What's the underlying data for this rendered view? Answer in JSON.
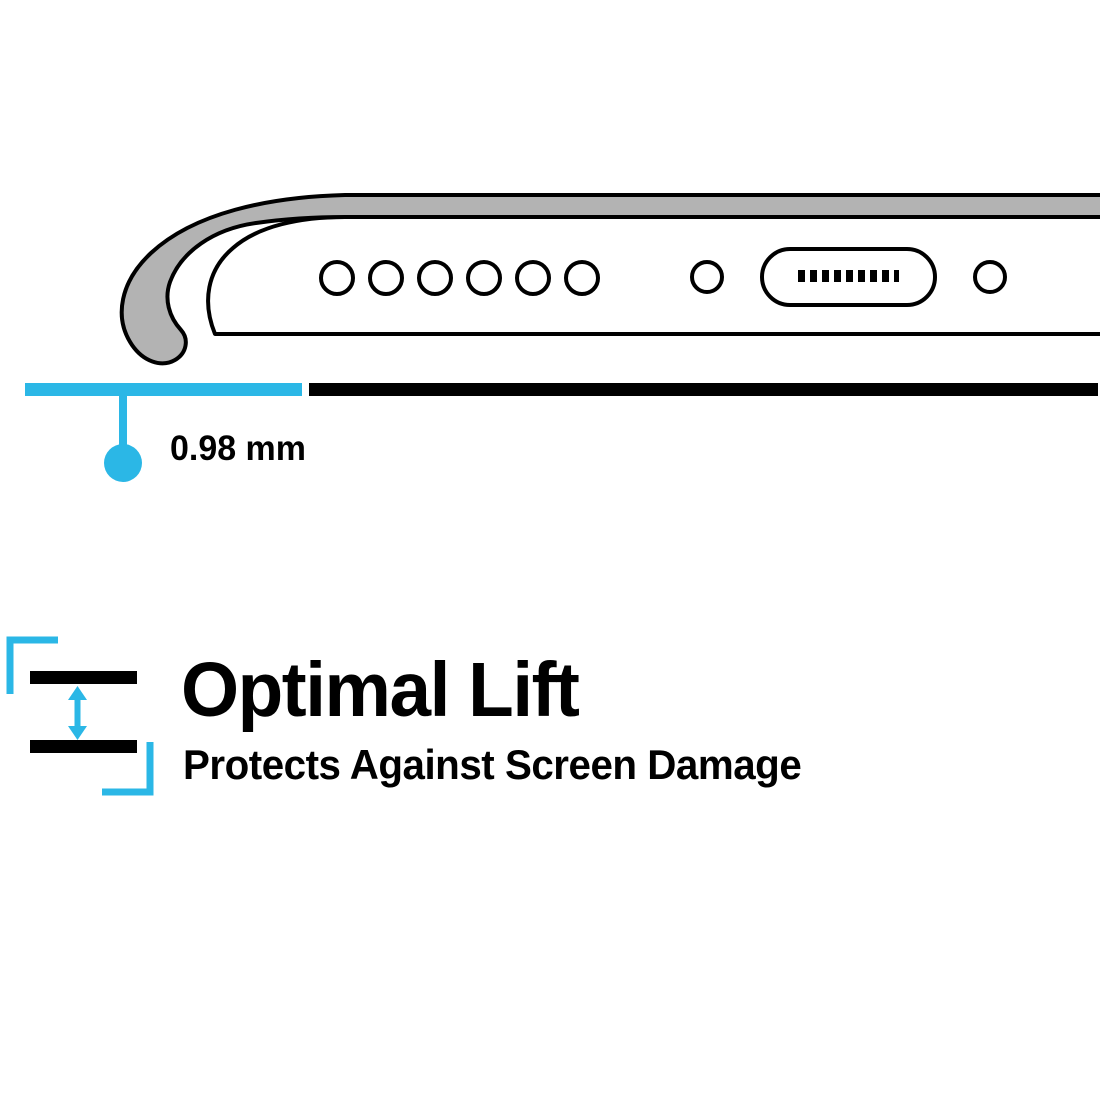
{
  "colors": {
    "accent": "#2bb7e6",
    "ink": "#000000",
    "case_gray": "#b3b3b3",
    "background": "#ffffff"
  },
  "measurement": {
    "value": "0.98 mm"
  },
  "feature": {
    "title": "Optimal Lift",
    "subtitle": "Protects Against Screen Damage"
  },
  "icons": {
    "lift_gap_icon": "two-plates-with-vertical-double-arrow",
    "measure_dot": "circle-marker",
    "case_lip": "phone-case-raised-edge"
  }
}
